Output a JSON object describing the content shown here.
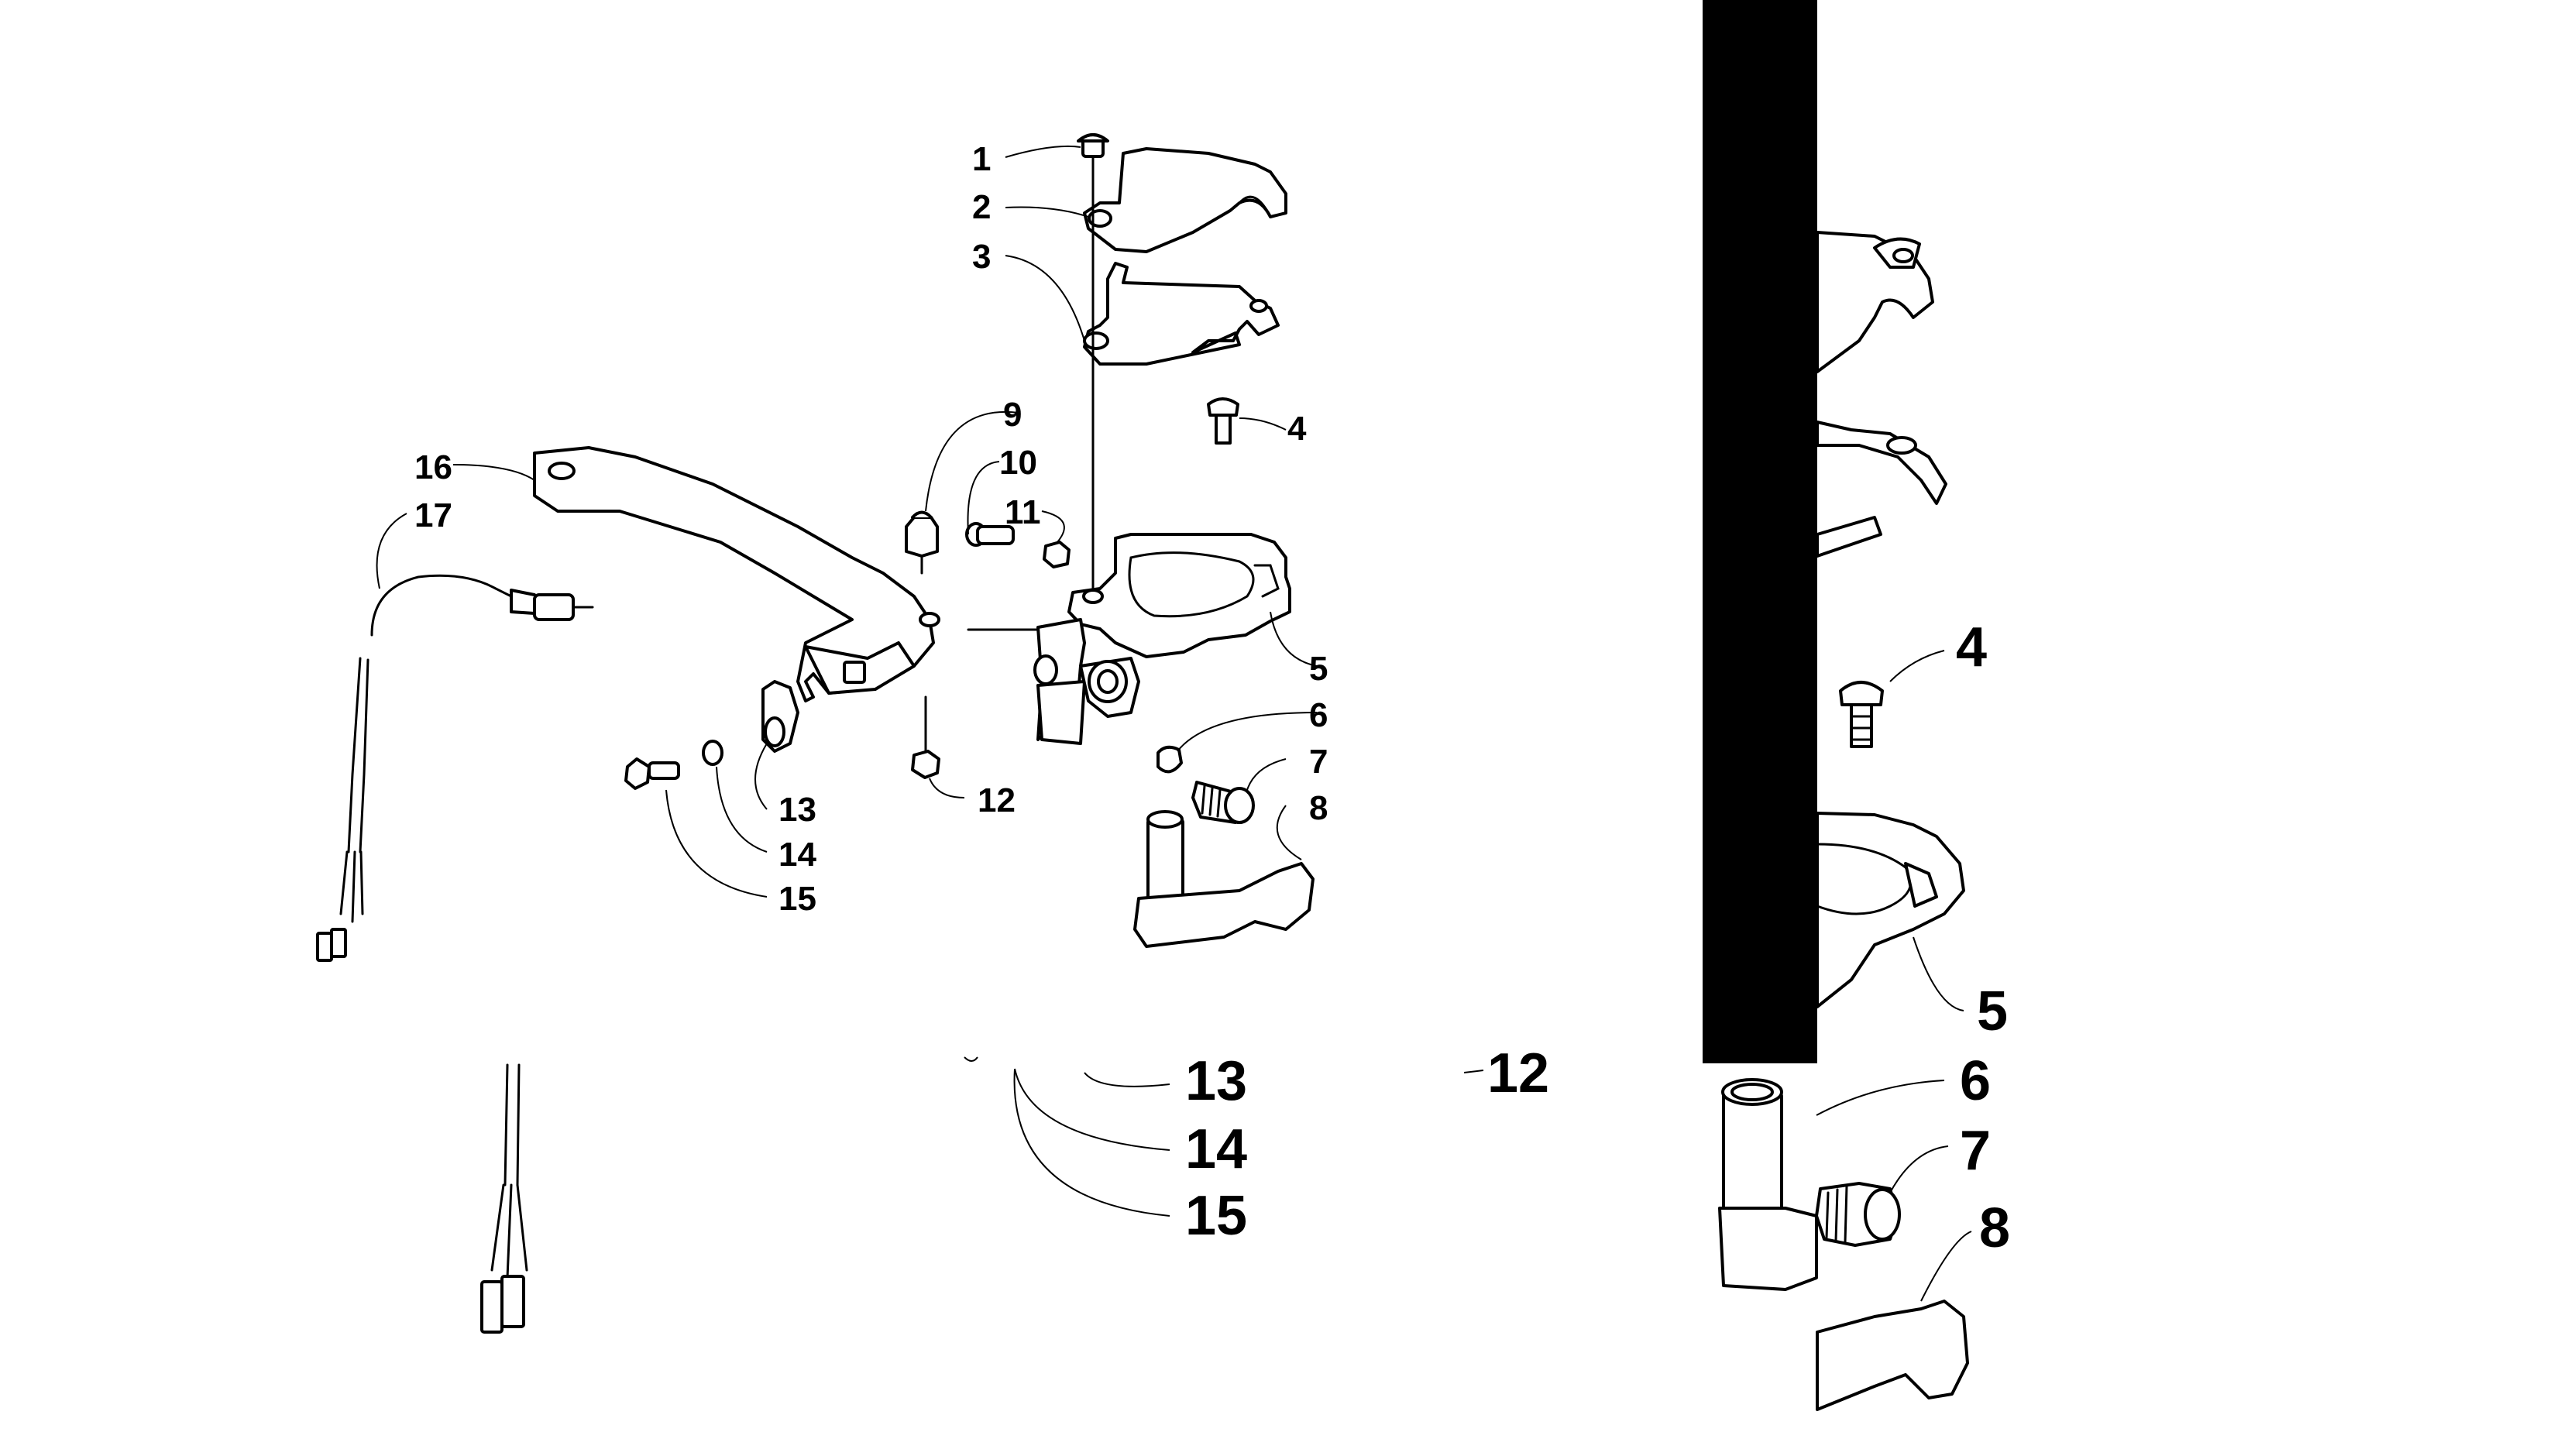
{
  "callouts": {
    "c1": "1",
    "c2": "2",
    "c3": "3",
    "c4": "4",
    "c5": "5",
    "c6": "6",
    "c7": "7",
    "c8": "8",
    "c9": "9",
    "c10": "10",
    "c11": "11",
    "c12": "12",
    "c13": "13",
    "c14": "14",
    "c15": "15",
    "c16": "16",
    "c17": "17"
  },
  "zoom_callouts": {
    "z4": "4",
    "z5": "5",
    "z6": "6",
    "z7": "7",
    "z8": "8",
    "z12": "12",
    "z13": "13",
    "z14": "14",
    "z15": "15"
  },
  "colors": {
    "line": "#000000",
    "background": "#ffffff",
    "panel": "#000000"
  }
}
